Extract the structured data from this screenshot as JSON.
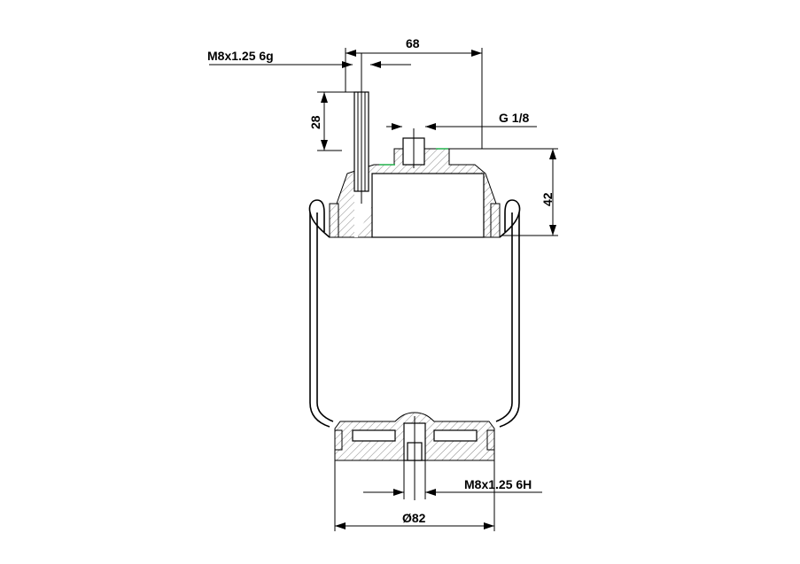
{
  "labels": {
    "top_thread": "M8x1.25 6g",
    "width_68": "68",
    "stud_length": "28",
    "port": "G 1/8",
    "height_42": "42",
    "bottom_thread": "M8x1.25 6H",
    "diameter": "Ø82"
  },
  "colors": {
    "line": "#000000",
    "accent": "#22b14c",
    "background": "#ffffff"
  }
}
